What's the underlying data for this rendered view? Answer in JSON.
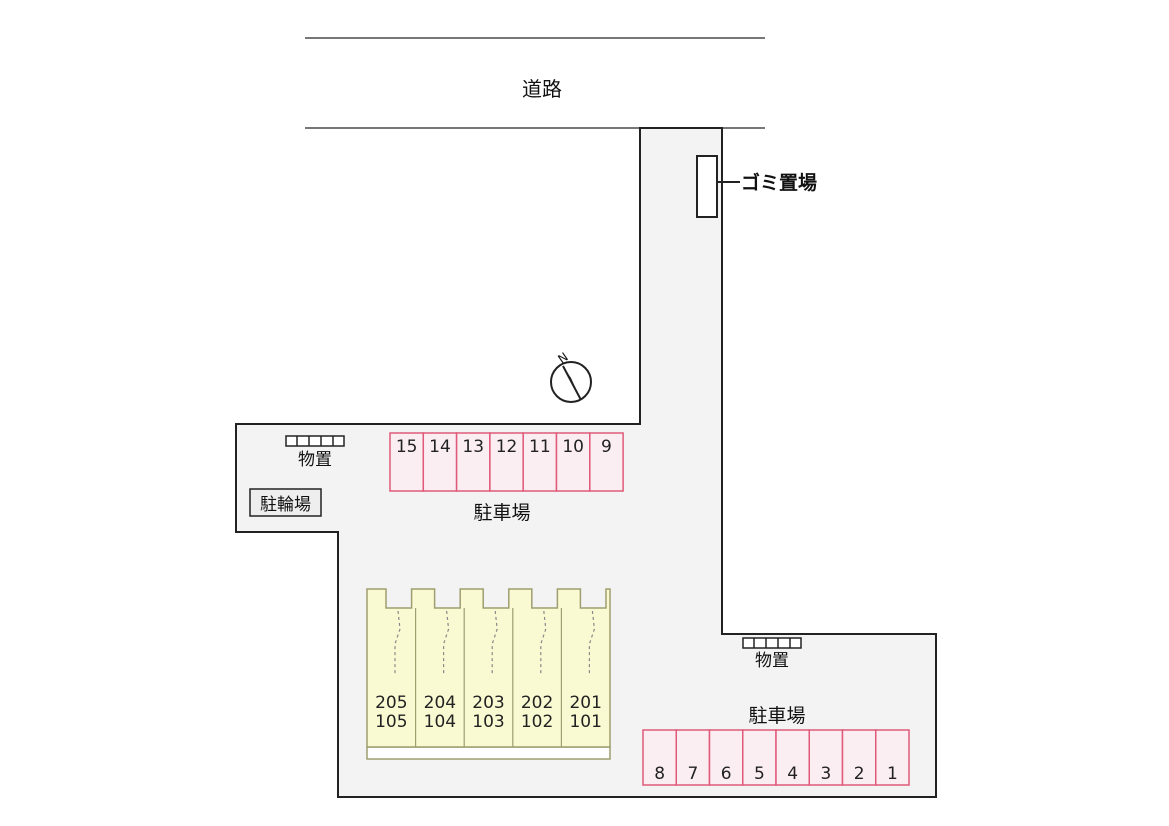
{
  "road": {
    "label": "道路"
  },
  "garbage": {
    "label": "ゴミ置場"
  },
  "compass": {
    "letter": "N"
  },
  "storage_left": {
    "label": "物置"
  },
  "storage_right": {
    "label": "物置"
  },
  "bike_parking": {
    "label": "駐輪場"
  },
  "parking_top": {
    "label": "駐車場",
    "slots": [
      "15",
      "14",
      "13",
      "12",
      "11",
      "10",
      "9"
    ]
  },
  "parking_bottom": {
    "label": "駐車場",
    "slots": [
      "8",
      "7",
      "6",
      "5",
      "4",
      "3",
      "2",
      "1"
    ]
  },
  "building": {
    "units": [
      {
        "upper": "205",
        "lower": "105"
      },
      {
        "upper": "204",
        "lower": "104"
      },
      {
        "upper": "203",
        "lower": "103"
      },
      {
        "upper": "202",
        "lower": "102"
      },
      {
        "upper": "201",
        "lower": "101"
      }
    ]
  },
  "colors": {
    "lot": "#f3f3f3",
    "outline": "#222222",
    "parking_fill": "#fbeef2",
    "parking_stroke": "#e05a7a",
    "building_fill": "#fafad2",
    "building_stroke": "#9e9e70"
  }
}
